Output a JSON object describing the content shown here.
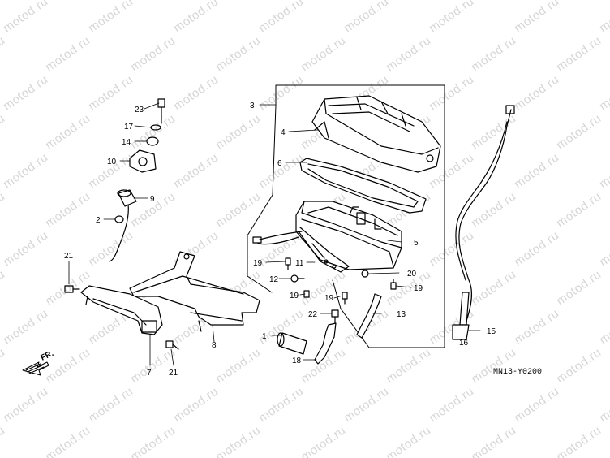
{
  "watermark": "motod.ru",
  "diagram_code": "MN13-Y0200",
  "direction_label": "FR.",
  "callouts": [
    "1",
    "2",
    "3",
    "4",
    "5",
    "6",
    "7",
    "8",
    "9",
    "10",
    "11",
    "12",
    "13",
    "14",
    "15",
    "16",
    "17",
    "18",
    "19",
    "19",
    "19",
    "19",
    "20",
    "21",
    "21",
    "22",
    "23"
  ]
}
